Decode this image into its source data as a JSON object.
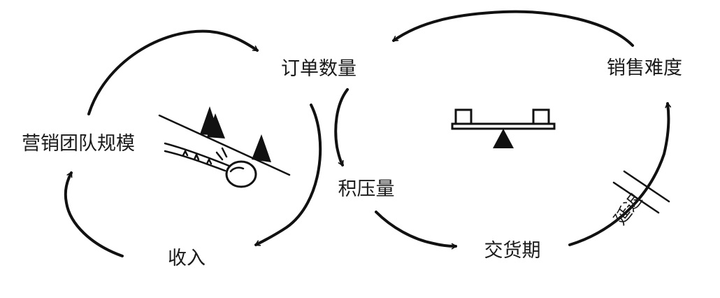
{
  "nodes": {
    "order_quantity": "订单数量",
    "sales_difficulty": "销售难度",
    "sales_team_size": "营销团队规模",
    "backlog": "积压量",
    "revenue": "收入",
    "delivery_time": "交货期"
  },
  "delay_label": "延迟",
  "icons": {
    "snowball": "snowball-rolling-downhill-icon",
    "balance": "balance-seesaw-icon"
  },
  "colors": {
    "ink": "#111111",
    "background": "#ffffff"
  }
}
